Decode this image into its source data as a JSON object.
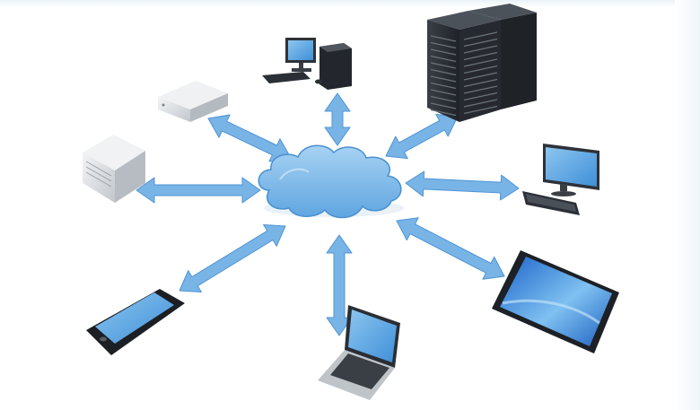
{
  "diagram": {
    "type": "cloud-network",
    "center_node": "cloud",
    "nodes": [
      "desktop-pc",
      "server-rack",
      "monitor-keyboard",
      "tablet",
      "laptop",
      "smartphone",
      "tower-server",
      "network-appliance"
    ],
    "connection_style": "bidirectional-arrows",
    "colors": {
      "cloud_fill": "#6cb0e6",
      "cloud_stroke": "#4a91cf",
      "arrow_fill": "#79b4e6",
      "arrow_stroke": "#4f94d4",
      "screen_fill": "#63a6e3",
      "dark_device": "#2b2f36",
      "light_device": "#d9dde1",
      "background": "#ffffff"
    }
  }
}
